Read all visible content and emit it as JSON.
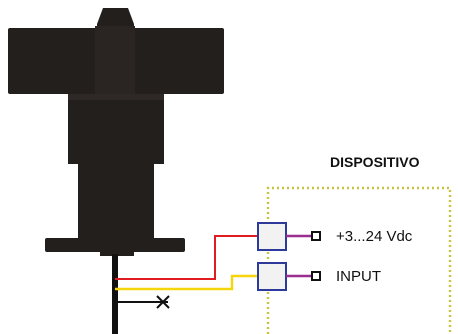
{
  "device": {
    "title": "DISPOSITIVO"
  },
  "terminals": [
    {
      "label": "+3...24 Vdc",
      "wire_color": "#e01b22"
    },
    {
      "label": "INPUT",
      "wire_color": "#f5d60a"
    }
  ],
  "colors": {
    "sensor_body": "#231f1d",
    "sensor_shade": "#2e2927",
    "box_border": "#2e3a9a",
    "box_fill": "#f2f2f2",
    "pin_wire": "#9b2d8f",
    "dotted_border": "#c9c33a",
    "ground_wire": "#111111",
    "cut_mark": "#111111"
  }
}
